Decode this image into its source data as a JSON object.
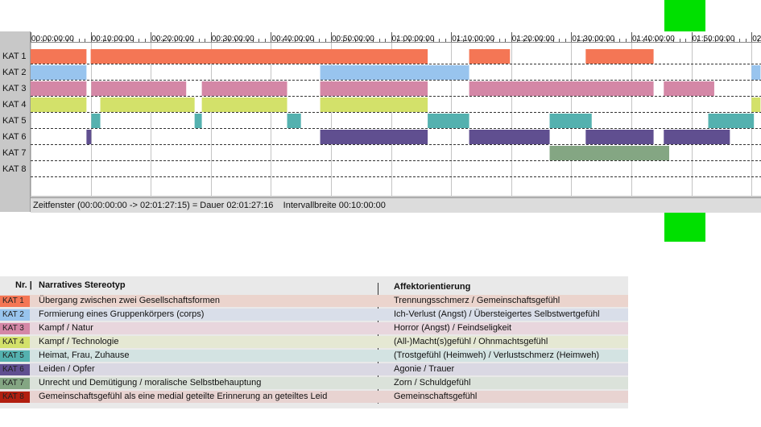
{
  "colors": {
    "green_marker": "#00e000",
    "kat1": "#f47655",
    "kat2": "#98c4ee",
    "kat3": "#d487a6",
    "kat4": "#d3e16a",
    "kat5": "#54b1af",
    "kat6": "#604f90",
    "kat7": "#84a683",
    "kat8": "#b21f10"
  },
  "timeline": {
    "status": "Zeitfenster (00:00:00:00 -> 02:01:27:15) = Dauer 02:01:27:16    Intervallbreite 00:10:00:00"
  },
  "chart_data": {
    "type": "timeline",
    "x_unit": "minutes",
    "xlim": [
      0,
      121.5
    ],
    "tick_labels": [
      "00:00:00:00",
      "00:10:00:00",
      "00:20:00:00",
      "00:30:00:00",
      "00:40:00:00",
      "00:50:00:00",
      "01:00:00:00",
      "01:10:00:00",
      "01:20:00:00",
      "01:30:00:00",
      "01:40:00:00",
      "01:50:00:00",
      "02"
    ],
    "tick_values": [
      0,
      10,
      20,
      30,
      40,
      50,
      60,
      70,
      80,
      90,
      100,
      110,
      120
    ],
    "categories": [
      "KAT 1",
      "KAT 2",
      "KAT 3",
      "KAT 4",
      "KAT 5",
      "KAT 6",
      "KAT 7",
      "KAT 8"
    ],
    "grid": true,
    "series": [
      {
        "name": "KAT 1",
        "color": "#f47655",
        "segments": [
          [
            0,
            9.3
          ],
          [
            10,
            66.1
          ],
          [
            73,
            79.8
          ],
          [
            92.4,
            103.7
          ]
        ]
      },
      {
        "name": "KAT 2",
        "color": "#98c4ee",
        "segments": [
          [
            0,
            9.3
          ],
          [
            48.2,
            73
          ],
          [
            120,
            121.5
          ]
        ]
      },
      {
        "name": "KAT 3",
        "color": "#d487a6",
        "segments": [
          [
            0,
            9.3
          ],
          [
            10.1,
            25.9
          ],
          [
            28.5,
            42.7
          ],
          [
            48.2,
            66.1
          ],
          [
            73,
            103.7
          ],
          [
            105.4,
            113.8
          ]
        ]
      },
      {
        "name": "KAT 4",
        "color": "#d3e16a",
        "segments": [
          [
            0,
            9.3
          ],
          [
            11.6,
            27.3
          ],
          [
            28.5,
            42.7
          ],
          [
            48.2,
            66.1
          ],
          [
            120,
            121.5
          ]
        ]
      },
      {
        "name": "KAT 5",
        "color": "#54b1af",
        "segments": [
          [
            10.1,
            11.6
          ],
          [
            27.3,
            28.5
          ],
          [
            42.7,
            45
          ],
          [
            66.1,
            73
          ],
          [
            86.4,
            93.4
          ],
          [
            112.8,
            120.4
          ]
        ]
      },
      {
        "name": "KAT 6",
        "color": "#604f90",
        "segments": [
          [
            9.3,
            10.1
          ],
          [
            48.2,
            66.1
          ],
          [
            73,
            86.4
          ],
          [
            92.4,
            103.7
          ],
          [
            105.4,
            116.4
          ]
        ]
      },
      {
        "name": "KAT 7",
        "color": "#84a683",
        "segments": [
          [
            86.4,
            106.3
          ]
        ]
      },
      {
        "name": "KAT 8",
        "color": "#b21f10",
        "segments": []
      }
    ]
  },
  "legend": {
    "nr_header": "Nr. |",
    "stereotyp_header": "Narratives Stereotyp",
    "affekt_header": "Affektorientierung",
    "rows": [
      {
        "nr": "KAT 1",
        "stereotyp": "Übergang zwischen zwei Gesellschaftsformen",
        "affekt": "Trennungsschmerz / Gemeinschaftsgefühl",
        "tag_color": "#f47655",
        "row_color": "#ebd4cd"
      },
      {
        "nr": "KAT 2",
        "stereotyp": "Formierung eines Gruppenkörpers (corps)",
        "affekt": "Ich-Verlust (Angst) / Übersteigertes Selbstwertgefühl",
        "tag_color": "#98c4ee",
        "row_color": "#d9dee9"
      },
      {
        "nr": "KAT 3",
        "stereotyp": "Kampf / Natur",
        "affekt": "Horror (Angst) / Feindseligkeit",
        "tag_color": "#d487a6",
        "row_color": "#e8d6dd"
      },
      {
        "nr": "KAT 4",
        "stereotyp": "Kampf / Technologie",
        "affekt": "(All-)Macht(s)gefühl / Ohnmachtsgefühl",
        "tag_color": "#d3e16a",
        "row_color": "#e5e8d3"
      },
      {
        "nr": "KAT 5",
        "stereotyp": "Heimat, Frau, Zuhause",
        "affekt": "(Trostgefühl (Heimweh) / Verlustschmerz (Heimweh)",
        "tag_color": "#54b1af",
        "row_color": "#d3e3e2"
      },
      {
        "nr": "KAT 6",
        "stereotyp": "Leiden / Opfer",
        "affekt": "Agonie / Trauer",
        "tag_color": "#604f90",
        "row_color": "#dad8e3"
      },
      {
        "nr": "KAT 7",
        "stereotyp": "Unrecht und Demütigung / moralische Selbstbehauptung",
        "affekt": "Zorn / Schuldgefühl",
        "tag_color": "#84a683",
        "row_color": "#dbe2da"
      },
      {
        "nr": "KAT 8",
        "stereotyp": "Gemeinschaftsgefühl als eine medial geteilte Erinnerung an geteiltes Leid",
        "affekt": "Gemeinschaftsgefühl",
        "tag_color": "#b21f10",
        "row_color": "#e8d3d1"
      }
    ]
  }
}
